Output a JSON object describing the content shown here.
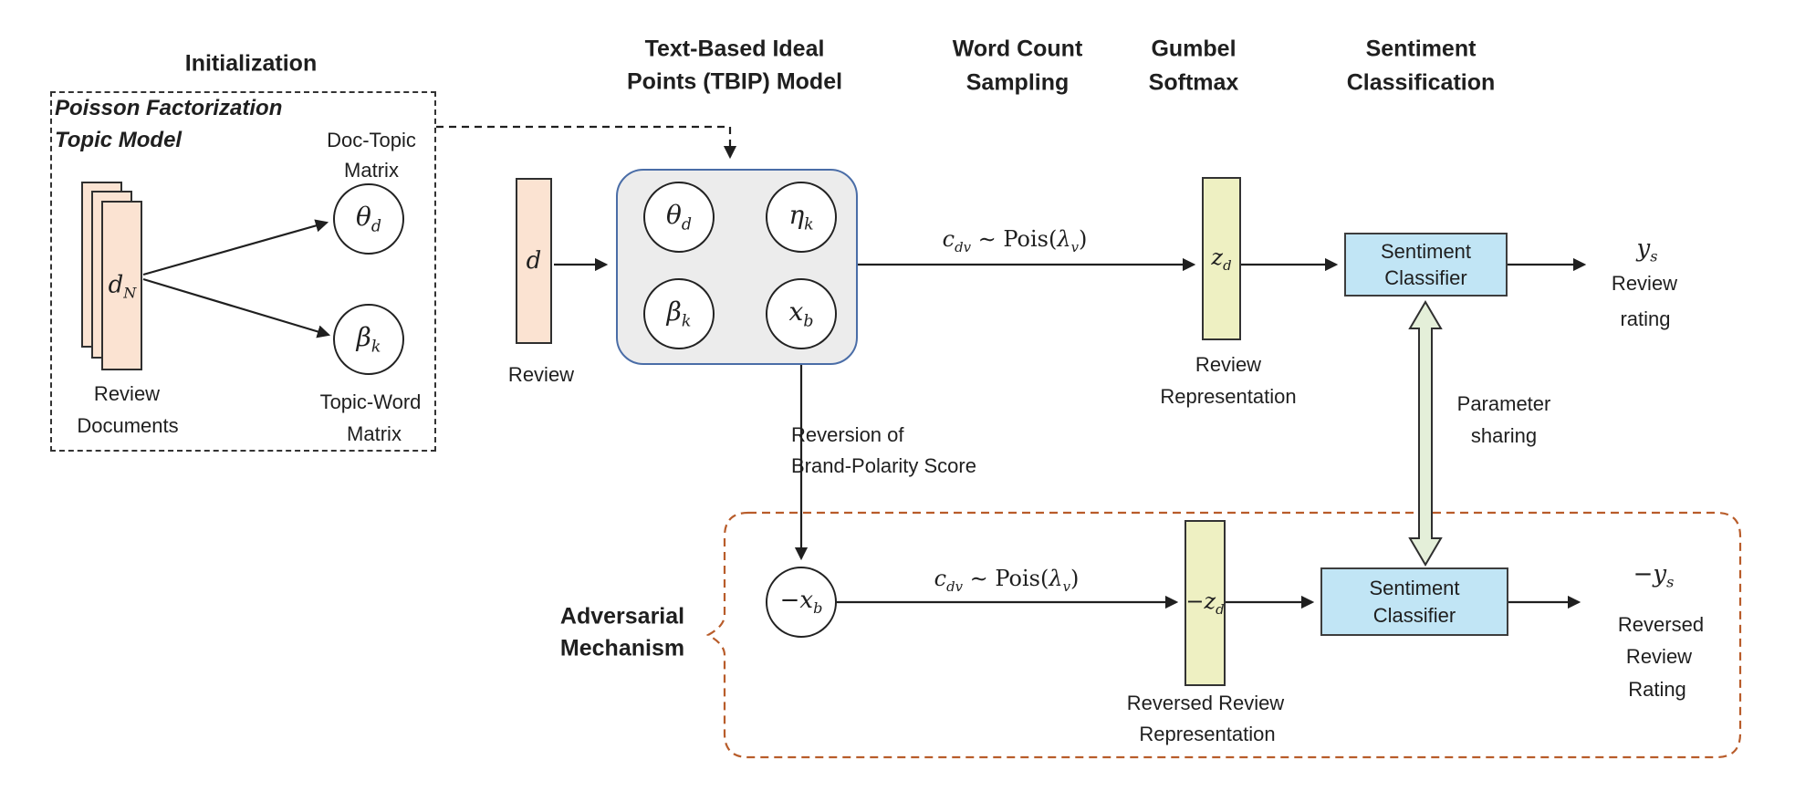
{
  "headers": {
    "initialization": "Initialization",
    "tbip_line1": "Text-Based Ideal",
    "tbip_line2": "Points (TBIP) Model",
    "word_count_line1": "Word Count",
    "word_count_line2": "Sampling",
    "gumbel_line1": "Gumbel",
    "gumbel_line2": "Softmax",
    "sentiment_line1": "Sentiment",
    "sentiment_line2": "Classification"
  },
  "initialization_box": {
    "subtitle_line1": "Poisson Factorization",
    "subtitle_line2": "Topic Model",
    "doc_stack_label": {
      "main": "d",
      "sub": "N"
    },
    "doc_caption_line1": "Review",
    "doc_caption_line2": "Documents",
    "theta": {
      "main": "θ",
      "sub": "d"
    },
    "doc_topic_line1": "Doc-Topic",
    "doc_topic_line2": "Matrix",
    "beta": {
      "main": "β",
      "sub": "k"
    },
    "topic_word_line1": "Topic-Word",
    "topic_word_line2": "Matrix"
  },
  "tbip_box": {
    "input_label": "d",
    "input_caption": "Review",
    "theta": {
      "main": "θ",
      "sub": "d"
    },
    "eta": {
      "main": "η",
      "sub": "k"
    },
    "beta": {
      "main": "β",
      "sub": "k"
    },
    "xb": {
      "main": "x",
      "sub": "b"
    }
  },
  "formula": {
    "c": "c",
    "c_sub": "dv",
    "mid": " ∼ Pois(",
    "lambda": "λ",
    "lambda_sub": "v",
    "end": ")"
  },
  "representation": {
    "bar_label": {
      "main": "z",
      "sub": "d"
    },
    "caption_line1": "Review",
    "caption_line2": "Representation"
  },
  "classifier": {
    "line1": "Sentiment",
    "line2": "Classifier"
  },
  "output": {
    "ys": {
      "main": "y",
      "sub": "s"
    },
    "caption_line1": "Review",
    "caption_line2": "rating"
  },
  "parameter_sharing": {
    "line1": "Parameter",
    "line2": "sharing"
  },
  "adversarial": {
    "label_line1": "Adversarial",
    "label_line2": "Mechanism",
    "reversion_line1": "Reversion of",
    "reversion_line2": "Brand-Polarity Score",
    "neg_xb": {
      "prefix": "−",
      "main": "x",
      "sub": "b"
    },
    "neg_bar_label": {
      "prefix": "−",
      "main": "z",
      "sub": "d"
    },
    "reversed_caption_line1": "Reversed Review",
    "reversed_caption_line2": "Representation",
    "neg_ys": {
      "prefix": "−",
      "main": "y",
      "sub": "s"
    },
    "neg_output_line1": "Reversed",
    "neg_output_line2": "Review",
    "neg_output_line3": "Rating"
  },
  "colors": {
    "peach": "#fbe3d2",
    "tbip-fill": "#ececec",
    "tbip-border": "#4a6da7",
    "bar-yellow": "#eef0c2",
    "box-blue": "#c1e5f5",
    "arrow-green": "#e4efd9",
    "adversarial": "#b85c2a",
    "ink": "#1f1f1f"
  }
}
